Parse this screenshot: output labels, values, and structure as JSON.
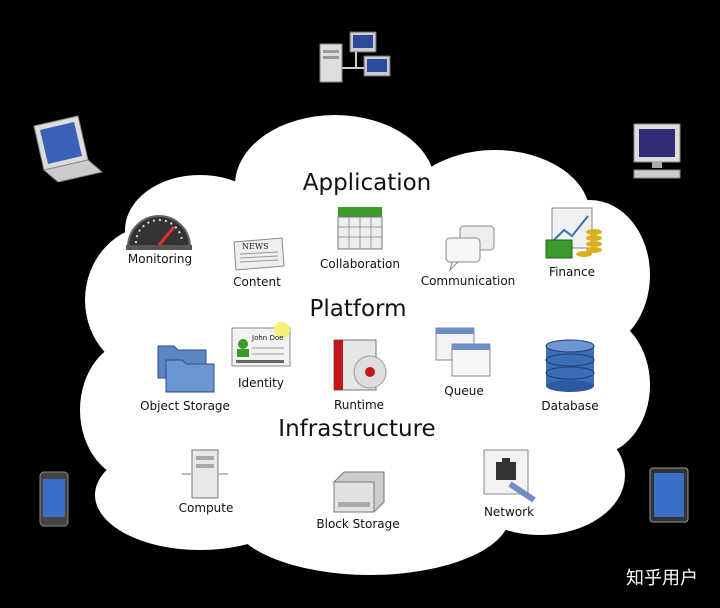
{
  "cloud": {
    "layers": {
      "application": "Application",
      "platform": "Platform",
      "infrastructure": "Infrastructure"
    },
    "services": {
      "monitoring": "Monitoring",
      "content": "Content",
      "collaboration": "Collaboration",
      "communication": "Communication",
      "finance": "Finance",
      "identity": "Identity",
      "object_storage": "Object Storage",
      "runtime": "Runtime",
      "queue": "Queue",
      "database": "Database",
      "compute": "Compute",
      "block_storage": "Block Storage",
      "network": "Network"
    },
    "id_card_name": "John Doe",
    "news_title": "NEWS"
  },
  "watermark": "知乎用户",
  "colors": {
    "background": "#000000",
    "cloud": "#ffffff",
    "accent_green": "#3a9a2a",
    "accent_blue": "#3b6db5",
    "accent_red": "#c01818"
  },
  "icons": [
    "server-network-icon",
    "laptop-icon",
    "desktop-monitor-icon",
    "smartphone-icon",
    "tablet-icon",
    "speedometer-icon",
    "newspaper-icon",
    "calendar-icon",
    "speech-bubbles-icon",
    "finance-chart-icon",
    "id-card-icon",
    "folder-icon",
    "software-box-icon",
    "queue-windows-icon",
    "database-icon",
    "server-tower-icon",
    "hard-drive-icon",
    "network-jack-icon"
  ]
}
